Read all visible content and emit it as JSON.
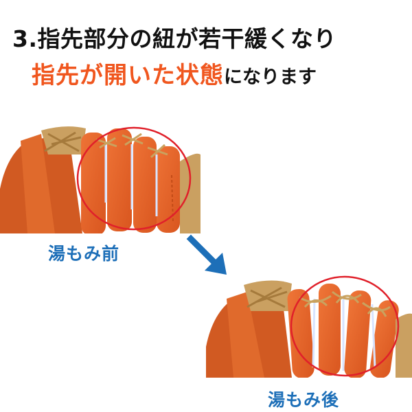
{
  "heading": {
    "line1": "3.指先部分の紐が若干緩くなり",
    "line2_highlight": "指先が開いた状態",
    "line2_rest": "になります"
  },
  "captions": {
    "before": "湯もみ前",
    "after": "湯もみ後"
  },
  "colors": {
    "highlight_text": "#f0561e",
    "caption_text": "#1d6fb8",
    "arrow": "#1d6fb8",
    "circle": "#e0202a",
    "glove_leather": "#e4652a",
    "glove_lace": "#c9a25f"
  },
  "icons": {
    "arrow": "arrow-down-right-icon",
    "circle": "red-circle-highlight"
  }
}
